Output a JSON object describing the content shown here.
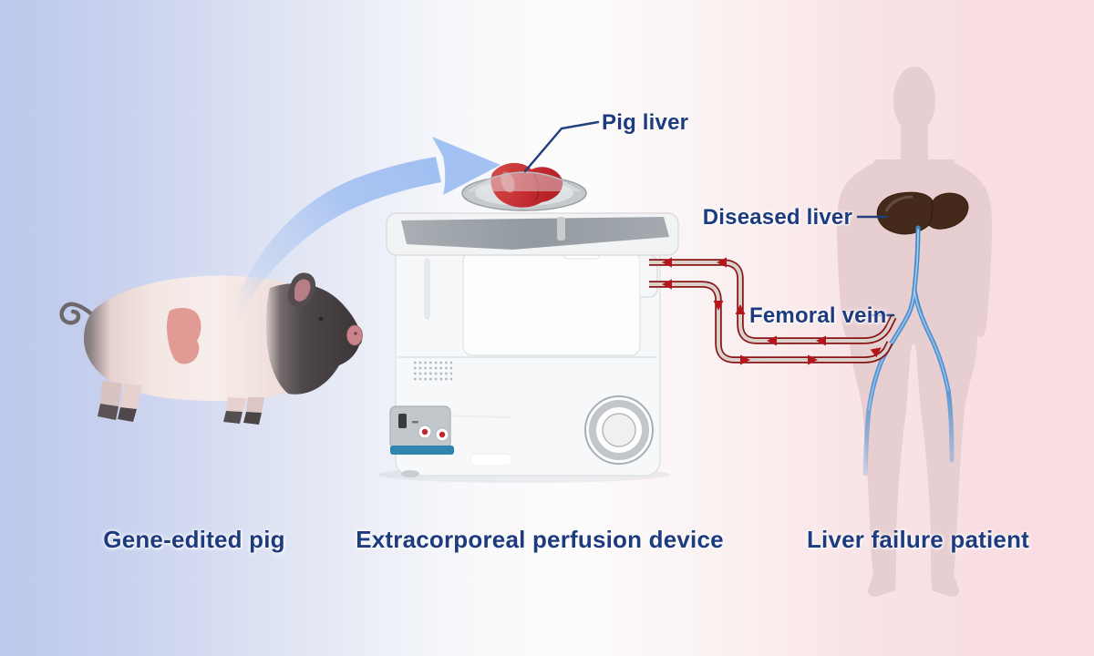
{
  "figure": {
    "annotations": {
      "pig_liver": "Pig liver",
      "diseased_liver": "Diseased liver",
      "femoral_vein": "Femoral vein"
    },
    "captions": {
      "pig": "Gene-edited pig",
      "device": "Extracorporeal perfusion device",
      "patient": "Liver failure patient"
    },
    "colors": {
      "label_text": "#1d3b7e",
      "background_left": "#bdc9ec",
      "background_right": "#f9dce1",
      "transfer_arrow_blue": "#a3c1f3",
      "tube_outline_red": "#8a1518",
      "tube_arrow_red": "#b5161b",
      "pig_liver_red": "#c0272d",
      "diseased_liver_brown": "#452a1b",
      "vein_blue": "#3f86c9",
      "device_accent_blue": "#2e86b0",
      "patient_silhouette": "#e6ced1"
    }
  }
}
